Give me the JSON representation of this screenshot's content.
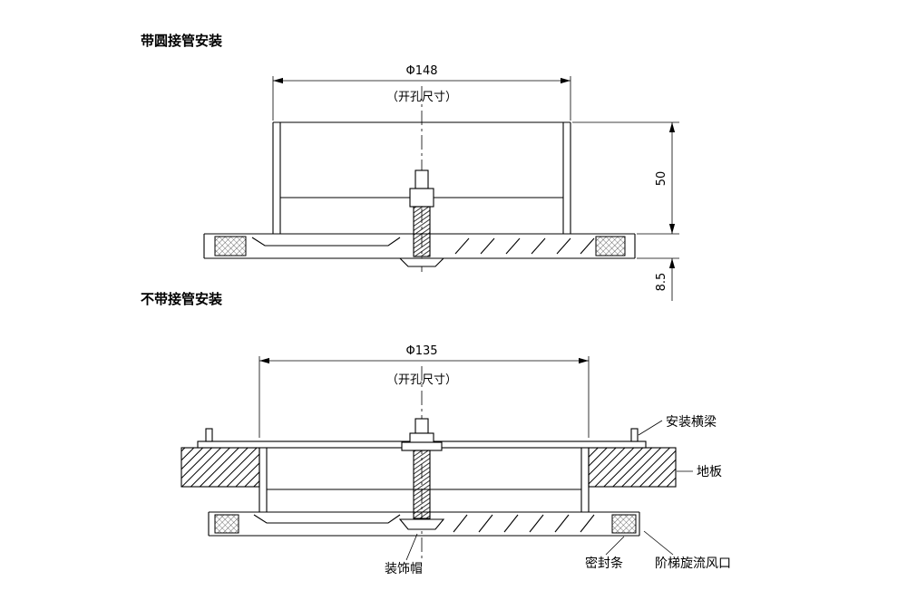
{
  "drawings": {
    "top": {
      "title": "带圆接管安装",
      "diameter": "Φ148",
      "hole_note": "（开孔尺寸）",
      "height_dim": "50",
      "flange_dim": "8.5"
    },
    "bottom": {
      "title": "不带接管安装",
      "diameter": "Φ135",
      "hole_note": "（开孔尺寸）",
      "label_beam": "安装横梁",
      "label_floor": "地板",
      "label_seal": "密封条",
      "label_diffuser": "阶梯旋流风口",
      "label_cap": "装饰帽"
    }
  }
}
